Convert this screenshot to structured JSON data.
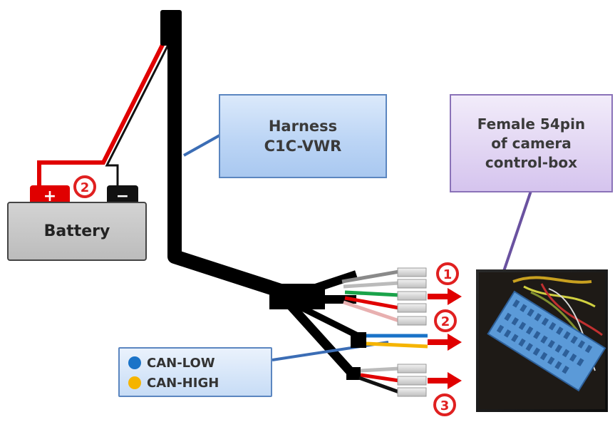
{
  "harness": {
    "line1": "Harness",
    "line2": "C1C-VWR"
  },
  "female": {
    "line1": "Female 54pin",
    "line2": "of camera",
    "line3": "control-box"
  },
  "battery": {
    "label": "Battery",
    "plus": "+",
    "minus": "−"
  },
  "can": {
    "low": {
      "label": "CAN-LOW",
      "color": "#1a73c8"
    },
    "high": {
      "label": "CAN-HIGH",
      "color": "#f5b400"
    }
  },
  "markers": {
    "m1": "1",
    "m2": "2",
    "m3": "3"
  },
  "colors": {
    "harness": "#000000",
    "power": "#e00000",
    "callout": "#e02020"
  }
}
